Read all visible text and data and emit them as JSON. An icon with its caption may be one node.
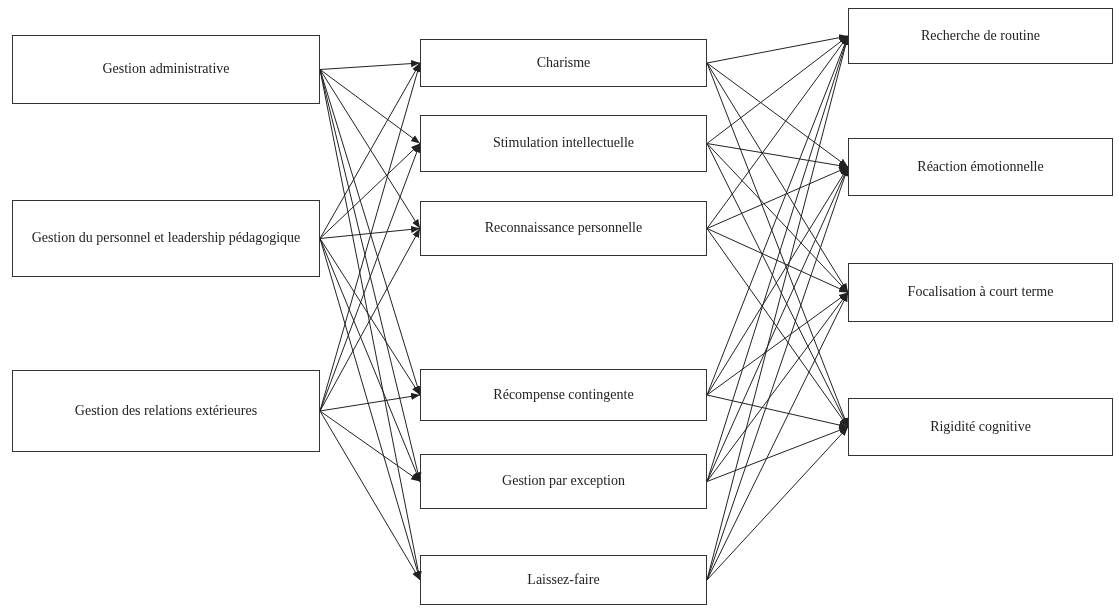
{
  "diagram": {
    "nodes": [
      {
        "text": [
          "Gestion administrative"
        ]
      },
      {
        "text": [
          "Gestion du personnel et leadership pédagogique"
        ]
      },
      {
        "text": [
          "Gestion des relations extérieures"
        ]
      },
      {
        "text": [
          "Charisme"
        ]
      },
      {
        "text": [
          "Stimulation intellectuelle"
        ]
      },
      {
        "text": [
          "Reconnaissance personnelle"
        ]
      },
      {
        "text": [
          "Récompense contingente"
        ]
      },
      {
        "text": [
          "Gestion par exception"
        ]
      },
      {
        "text": [
          "Laissez-faire"
        ]
      },
      {
        "text": [
          "Recherche de routine"
        ]
      },
      {
        "text": [
          "Réaction émotionnelle"
        ]
      },
      {
        "text": [
          "Focalisation à court terme"
        ]
      },
      {
        "text": [
          "Rigidité cognitive"
        ]
      }
    ],
    "edges": [
      {
        "from": 0,
        "to": 3,
        "arrow": "to"
      },
      {
        "from": 0,
        "to": 4,
        "arrow": "to"
      },
      {
        "from": 0,
        "to": 5,
        "arrow": "to"
      },
      {
        "from": 0,
        "to": 6,
        "arrow": "to"
      },
      {
        "from": 0,
        "to": 7,
        "arrow": "to"
      },
      {
        "from": 0,
        "to": 8,
        "arrow": "to"
      },
      {
        "from": 1,
        "to": 3,
        "arrow": "to"
      },
      {
        "from": 1,
        "to": 4,
        "arrow": "to"
      },
      {
        "from": 1,
        "to": 5,
        "arrow": "to"
      },
      {
        "from": 1,
        "to": 6,
        "arrow": "to"
      },
      {
        "from": 1,
        "to": 7,
        "arrow": "to"
      },
      {
        "from": 1,
        "to": 8,
        "arrow": "to"
      },
      {
        "from": 2,
        "to": 3,
        "arrow": "to"
      },
      {
        "from": 2,
        "to": 4,
        "arrow": "to"
      },
      {
        "from": 2,
        "to": 5,
        "arrow": "to"
      },
      {
        "from": 2,
        "to": 6,
        "arrow": "to"
      },
      {
        "from": 2,
        "to": 7,
        "arrow": "to"
      },
      {
        "from": 2,
        "to": 8,
        "arrow": "to"
      },
      {
        "from": 3,
        "to": 9,
        "arrow": "to"
      },
      {
        "from": 3,
        "to": 10,
        "arrow": "to"
      },
      {
        "from": 3,
        "to": 11,
        "arrow": "to"
      },
      {
        "from": 3,
        "to": 12,
        "arrow": "to"
      },
      {
        "from": 4,
        "to": 9,
        "arrow": "to"
      },
      {
        "from": 4,
        "to": 10,
        "arrow": "to"
      },
      {
        "from": 4,
        "to": 11,
        "arrow": "to"
      },
      {
        "from": 4,
        "to": 12,
        "arrow": "to"
      },
      {
        "from": 5,
        "to": 9,
        "arrow": "to"
      },
      {
        "from": 5,
        "to": 10,
        "arrow": "to"
      },
      {
        "from": 5,
        "to": 11,
        "arrow": "to"
      },
      {
        "from": 5,
        "to": 12,
        "arrow": "to"
      },
      {
        "from": 6,
        "to": 9,
        "arrow": "to"
      },
      {
        "from": 6,
        "to": 10,
        "arrow": "to"
      },
      {
        "from": 6,
        "to": 11,
        "arrow": "to"
      },
      {
        "from": 6,
        "to": 12,
        "arrow": "to"
      },
      {
        "from": 7,
        "to": 9,
        "arrow": "to"
      },
      {
        "from": 7,
        "to": 10,
        "arrow": "to"
      },
      {
        "from": 7,
        "to": 11,
        "arrow": "to"
      },
      {
        "from": 7,
        "to": 12,
        "arrow": "to"
      },
      {
        "from": 8,
        "to": 9,
        "arrow": "to"
      },
      {
        "from": 8,
        "to": 10,
        "arrow": "to"
      },
      {
        "from": 8,
        "to": 11,
        "arrow": "to"
      },
      {
        "from": 8,
        "to": 12,
        "arrow": "to"
      }
    ]
  }
}
